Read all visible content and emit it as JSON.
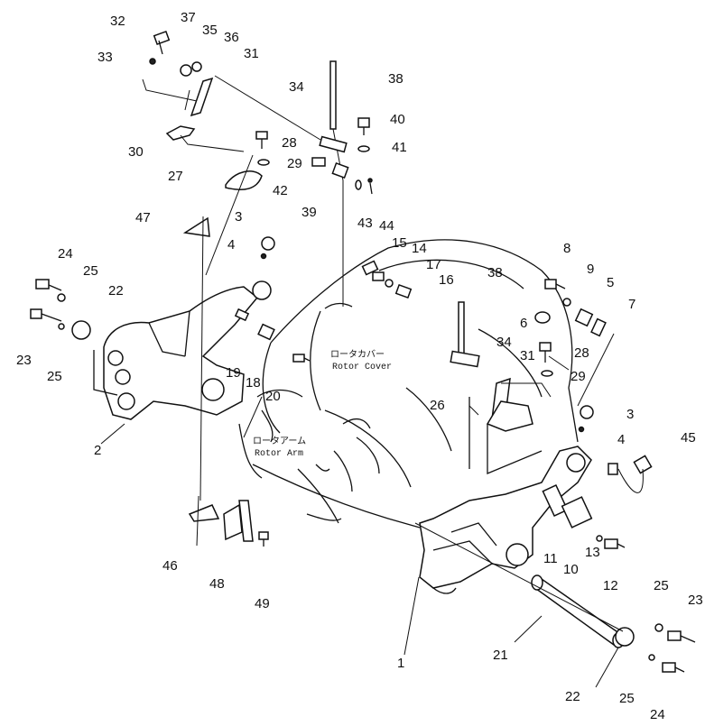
{
  "callouts": {
    "c1": "1",
    "c2": "2",
    "c3a": "3",
    "c3b": "3",
    "c4a": "4",
    "c4b": "4",
    "c5": "5",
    "c6": "6",
    "c7": "7",
    "c8": "8",
    "c9": "9",
    "c10": "10",
    "c11": "11",
    "c12": "12",
    "c13": "13",
    "c14": "14",
    "c15": "15",
    "c16": "16",
    "c17": "17",
    "c18": "18",
    "c19": "19",
    "c20": "20",
    "c21": "21",
    "c22a": "22",
    "c22b": "22",
    "c23a": "23",
    "c23b": "23",
    "c24a": "24",
    "c24b": "24",
    "c25a": "25",
    "c25b": "25",
    "c25c": "25",
    "c25d": "25",
    "c26": "26",
    "c27": "27",
    "c28a": "28",
    "c28b": "28",
    "c29a": "29",
    "c29b": "29",
    "c30": "30",
    "c31a": "31",
    "c31b": "31",
    "c32": "32",
    "c33": "33",
    "c34a": "34",
    "c34b": "34",
    "c35": "35",
    "c36": "36",
    "c37": "37",
    "c38a": "38",
    "c38b": "38",
    "c39": "39",
    "c40": "40",
    "c41": "41",
    "c42": "42",
    "c43": "43",
    "c44": "44",
    "c45": "45",
    "c46": "46",
    "c47": "47",
    "c48": "48",
    "c49": "49"
  },
  "labels": {
    "rotor_cover_jp": "ロータカバー",
    "rotor_cover_en": "Rotor Cover",
    "rotor_arm_jp": "ロータアーム",
    "rotor_arm_en": "Rotor Arm"
  }
}
